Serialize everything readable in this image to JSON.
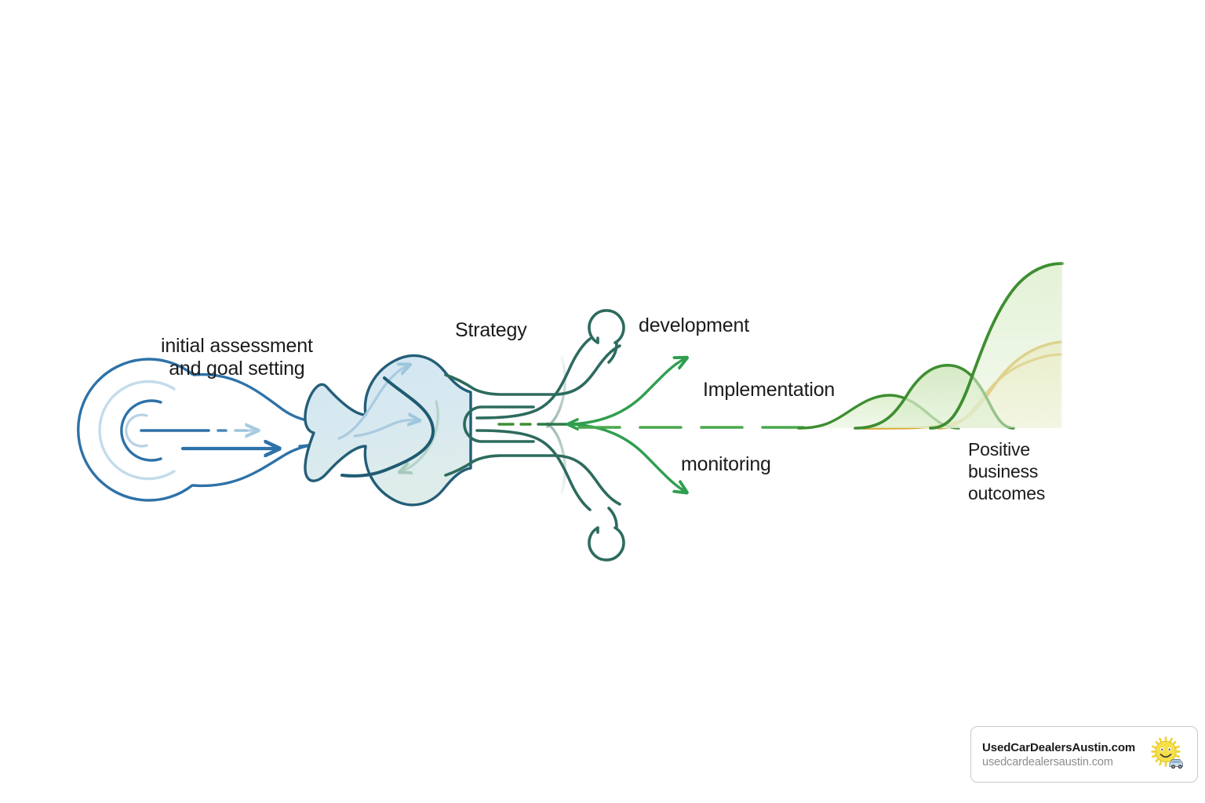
{
  "diagram": {
    "type": "process-flow",
    "title": "Business process flow from initial assessment to positive business outcomes",
    "background_color": "#ffffff",
    "stages": [
      {
        "id": "assessment",
        "label": "initial assessment\nand goal setting",
        "icon": "target-spiral-icon",
        "color": "#2e72a8"
      },
      {
        "id": "strategy",
        "label": "Strategy",
        "icon": "blob-cycle-icon",
        "color": "#2d6b5e"
      },
      {
        "id": "development",
        "label": "development",
        "icon": "loop-icon",
        "color": "#2d6b5e"
      },
      {
        "id": "implementation",
        "label": "Implementation",
        "icon": "arrow-up-right-icon",
        "color": "#3c9440"
      },
      {
        "id": "monitoring",
        "label": "monitoring",
        "icon": "arrow-down-right-icon",
        "color": "#3c9440"
      },
      {
        "id": "outcomes",
        "label": "Positive\nbusiness\noutcomes",
        "icon": "growth-wave-icon",
        "color": "#3e8e31"
      }
    ],
    "labels": {
      "initial_assessment": "initial assessment\nand goal setting",
      "strategy": "Strategy",
      "development": "development",
      "implementation": "Implementation",
      "monitoring": "monitoring",
      "positive_outcomes": "Positive\nbusiness\noutcomes"
    },
    "colors": {
      "blue_primary": "#2e72a8",
      "blue_light": "#a9cbe0",
      "blue_pale": "#c9dfec",
      "blob_fill_top": "#d4e7f2",
      "blob_fill_bottom": "#dcece9",
      "teal_dark": "#2d6b5e",
      "teal_fade": "#a7cfbf",
      "green_arrow": "#2f9e4f",
      "green_wave_dark": "#3e8e31",
      "green_wave_mid": "#4da83c",
      "green_fill": "#d8ebc5",
      "amber_line": "#d9a326",
      "amber_fill": "#fbf0cf",
      "text": "#1b1b1b"
    }
  },
  "watermark": {
    "title": "UsedCarDealersAustin.com",
    "url": "usedcardealersaustin.com",
    "logo_icon": "sun-and-car-icon"
  }
}
